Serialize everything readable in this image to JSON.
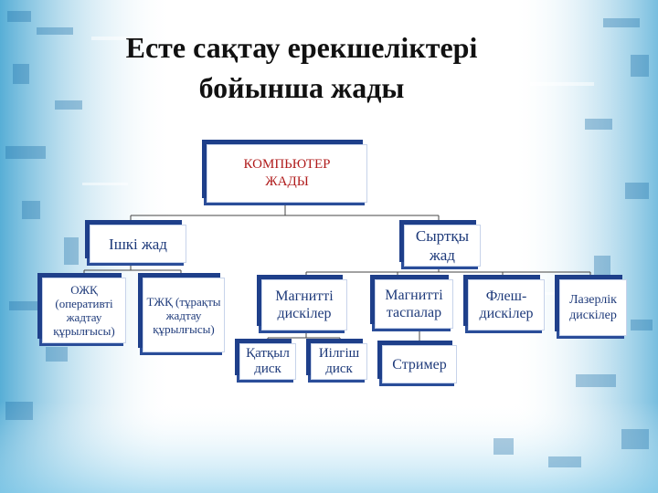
{
  "slide": {
    "title_line1": "Есте сақтау ерекшеліктері",
    "title_line2": "бойынша жады"
  },
  "diagram": {
    "root": "КОМПЬЮТЕР ЖАДЫ",
    "internal": "Ішкі жад",
    "external": "Сыртқы жад",
    "ram": "ОЖҚ (оперативті жадтау құрылғысы)",
    "rom": "ТЖҚ (тұрақты жадтау құрылғысы)",
    "magnetic_disks": "Магнитті дискілер",
    "magnetic_tapes": "Магнитті таспалар",
    "flash_disks": "Флеш-дискілер",
    "laser_disks": "Лазерлік дискілер",
    "hard_disk": "Қатқыл диск",
    "floppy_disk": "Иілгіш диск",
    "streamer": "Стример"
  },
  "colors": {
    "title": "#111111",
    "root_text": "#b01c1c",
    "node_text": "#1e3a7a",
    "node_shadow": "#1e3f8a",
    "lines": "#444444"
  }
}
